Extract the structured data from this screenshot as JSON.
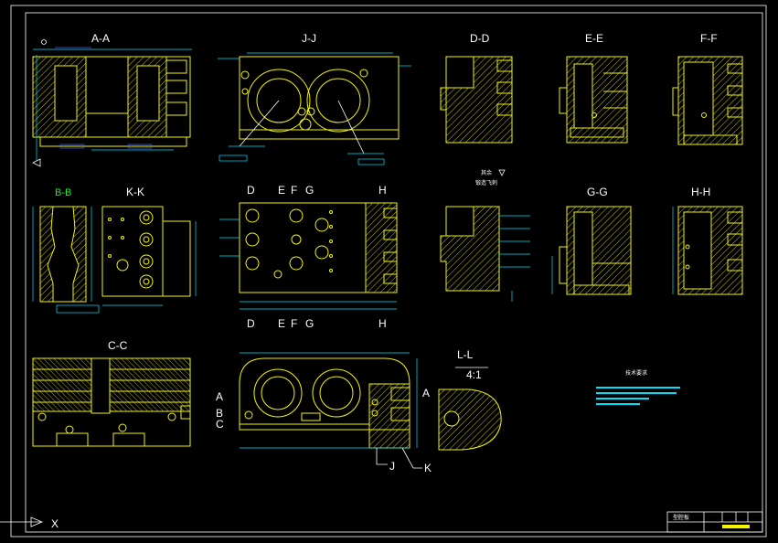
{
  "views": {
    "aa": "A-A",
    "jj": "J-J",
    "dd": "D-D",
    "ee": "E-E",
    "ff": "F-F",
    "bb": "B-B",
    "kk": "K-K",
    "gg": "G-G",
    "hh": "H-H",
    "cc": "C-C",
    "ll": "L-L",
    "ll_scale": "4:1"
  },
  "section_marks": {
    "d": "D",
    "e": "E",
    "f": "F",
    "g": "G",
    "h": "H",
    "a": "A",
    "b": "B",
    "c": "C",
    "j": "J",
    "k": "K"
  },
  "notes": {
    "tech_title": "技术要求",
    "surface_note": "其余",
    "surface_sub": "锻造飞刺",
    "title_block": "型腔板",
    "origin": "X"
  },
  "colors": {
    "geometry": "#f5f500",
    "dimensions": "#00e0ff",
    "section_labels_green": "#22ee22",
    "text": "#ffffff",
    "frame": "#ffffff"
  }
}
